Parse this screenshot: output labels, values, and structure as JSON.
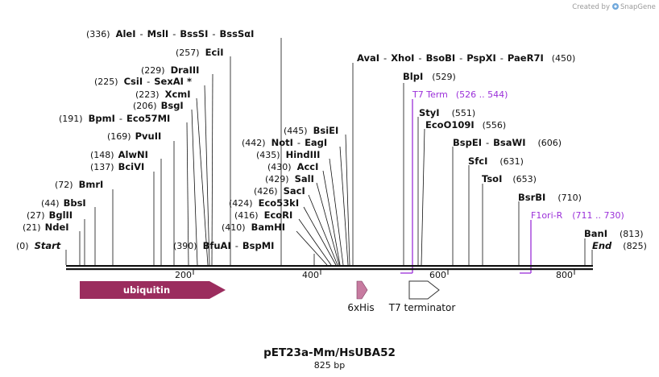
{
  "branding": {
    "created_by": "Created by",
    "app_name": "SnapGene"
  },
  "sequence": {
    "name": "pET23a-Mm/HsUBA52",
    "length_label": "825 bp",
    "length": 825
  },
  "ruler": {
    "ticks": [
      "200",
      "400",
      "600",
      "800"
    ]
  },
  "sites": [
    {
      "pos": "(0)",
      "names": [
        "Start"
      ],
      "terminus": true
    },
    {
      "pos": "(21)",
      "names": [
        "NdeI"
      ]
    },
    {
      "pos": "(27)",
      "names": [
        "BglII"
      ]
    },
    {
      "pos": "(44)",
      "names": [
        "BbsI"
      ]
    },
    {
      "pos": "(72)",
      "names": [
        "BmrI"
      ]
    },
    {
      "pos": "(137)",
      "names": [
        "BciVI"
      ]
    },
    {
      "pos": "(148)",
      "names": [
        "AlwNI"
      ]
    },
    {
      "pos": "(169)",
      "names": [
        "PvuII"
      ]
    },
    {
      "pos": "(191)",
      "names": [
        "BpmI",
        "Eco57MI"
      ]
    },
    {
      "pos": "(206)",
      "names": [
        "BsgI"
      ]
    },
    {
      "pos": "(223)",
      "names": [
        "XcmI"
      ]
    },
    {
      "pos": "(225)",
      "names": [
        "CsiI",
        "SexAI *"
      ]
    },
    {
      "pos": "(229)",
      "names": [
        "DraIII"
      ]
    },
    {
      "pos": "(257)",
      "names": [
        "EciI"
      ]
    },
    {
      "pos": "(336)",
      "names": [
        "AleI",
        "MslI",
        "BssSI",
        "BssSαI"
      ]
    },
    {
      "pos": "(390)",
      "names": [
        "BfuAI",
        "BspMI"
      ]
    },
    {
      "pos": "(410)",
      "names": [
        "BamHI"
      ]
    },
    {
      "pos": "(416)",
      "names": [
        "EcoRI"
      ]
    },
    {
      "pos": "(424)",
      "names": [
        "Eco53kI"
      ]
    },
    {
      "pos": "(426)",
      "names": [
        "SacI"
      ]
    },
    {
      "pos": "(429)",
      "names": [
        "SalI"
      ]
    },
    {
      "pos": "(430)",
      "names": [
        "AccI"
      ]
    },
    {
      "pos": "(435)",
      "names": [
        "HindIII"
      ]
    },
    {
      "pos": "(442)",
      "names": [
        "NotI",
        "EagI"
      ]
    },
    {
      "pos": "(445)",
      "names": [
        "BsiEI"
      ]
    },
    {
      "pos": "(450)",
      "names": [
        "AvaI",
        "XhoI",
        "BsoBI",
        "PspXI",
        "PaeR7I"
      ]
    },
    {
      "pos": "(529)",
      "names": [
        "BlpI"
      ]
    },
    {
      "pos": "(551)",
      "names": [
        "StyI"
      ]
    },
    {
      "pos": "(556)",
      "names": [
        "EcoO109I"
      ]
    },
    {
      "pos": "(606)",
      "names": [
        "BspEI",
        "BsaWI"
      ]
    },
    {
      "pos": "(631)",
      "names": [
        "SfcI"
      ]
    },
    {
      "pos": "(653)",
      "names": [
        "TsoI"
      ]
    },
    {
      "pos": "(710)",
      "names": [
        "BsrBI"
      ]
    },
    {
      "pos": "(813)",
      "names": [
        "BanI"
      ]
    },
    {
      "pos": "(825)",
      "names": [
        "End"
      ],
      "terminus": true
    }
  ],
  "purple_features": [
    {
      "name": "T7 Term",
      "range": "(526 .. 544)"
    },
    {
      "name": "F1ori-R",
      "range": "(711 .. 730)"
    }
  ],
  "features": [
    {
      "label": "ubiquitin",
      "color": "#9b2d5e"
    },
    {
      "label": "6xHis",
      "color": "#c77ba0"
    },
    {
      "label": "T7 terminator",
      "color": "#ffffff"
    }
  ],
  "colors": {
    "backbone": "#111111",
    "feature_primer": "#9b30d9"
  }
}
